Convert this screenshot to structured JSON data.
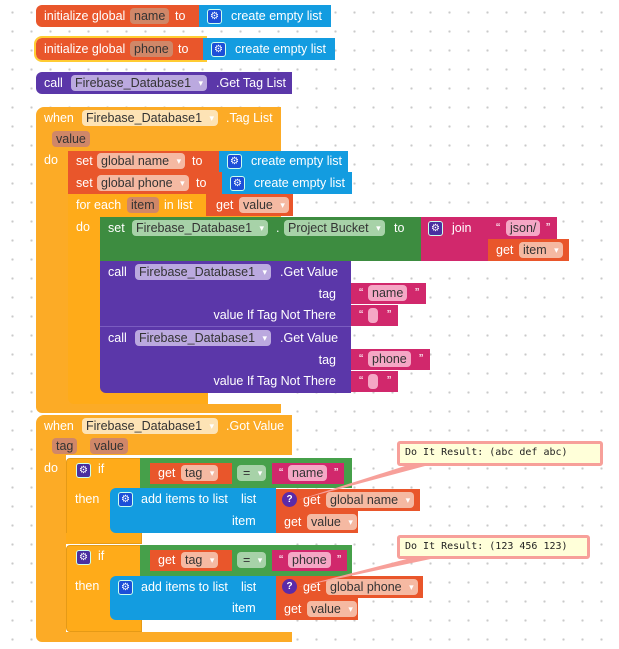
{
  "init_name": {
    "label": "initialize global",
    "var": "name",
    "to": "to",
    "value": "create empty list"
  },
  "init_phone": {
    "label": "initialize global",
    "var": "phone",
    "to": "to",
    "value": "create empty list"
  },
  "call_tag_list": {
    "call": "call",
    "component": "Firebase_Database1",
    "method": ".Get Tag List"
  },
  "tag_list_event": {
    "when": "when",
    "component": "Firebase_Database1",
    "event": ".Tag List",
    "param": "value",
    "do": "do",
    "set1": {
      "set": "set",
      "var": "global name",
      "to": "to",
      "value": "create empty list"
    },
    "set2": {
      "set": "set",
      "var": "global phone",
      "to": "to",
      "value": "create empty list"
    },
    "foreach": {
      "label": "for each",
      "var": "item",
      "in_list": "in list",
      "get": "get",
      "list_var": "value",
      "do": "do",
      "set_prop": {
        "set": "set",
        "component": "Firebase_Database1",
        "dot": ".",
        "property": "Project Bucket",
        "to": "to",
        "join": "join",
        "str": "json/",
        "get": "get",
        "get_var": "item"
      },
      "call1": {
        "call": "call",
        "component": "Firebase_Database1",
        "method": ".Get Value",
        "tag_label": "tag",
        "tag": "name",
        "default_label": "value If Tag Not There"
      },
      "call2": {
        "call": "call",
        "component": "Firebase_Database1",
        "method": ".Get Value",
        "tag_label": "tag",
        "tag": "phone",
        "default_label": "value If Tag Not There"
      }
    }
  },
  "got_value_event": {
    "when": "when",
    "component": "Firebase_Database1",
    "event": ".Got Value",
    "param1": "tag",
    "param2": "value",
    "do": "do",
    "if1": {
      "if": "if",
      "get": "get",
      "var": "tag",
      "op": "=",
      "str": "name",
      "then": "then",
      "add": "add items to list",
      "list": "list",
      "item": "item",
      "list_var": "global name",
      "item_var": "value"
    },
    "if2": {
      "if": "if",
      "get": "get",
      "var": "tag",
      "op": "=",
      "str": "phone",
      "then": "then",
      "add": "add items to list",
      "list": "list",
      "item": "item",
      "list_var": "global phone",
      "item_var": "value"
    }
  },
  "comments": [
    "Do It Result: (abc def abc)",
    "Do It Result: (123 456 123)"
  ]
}
